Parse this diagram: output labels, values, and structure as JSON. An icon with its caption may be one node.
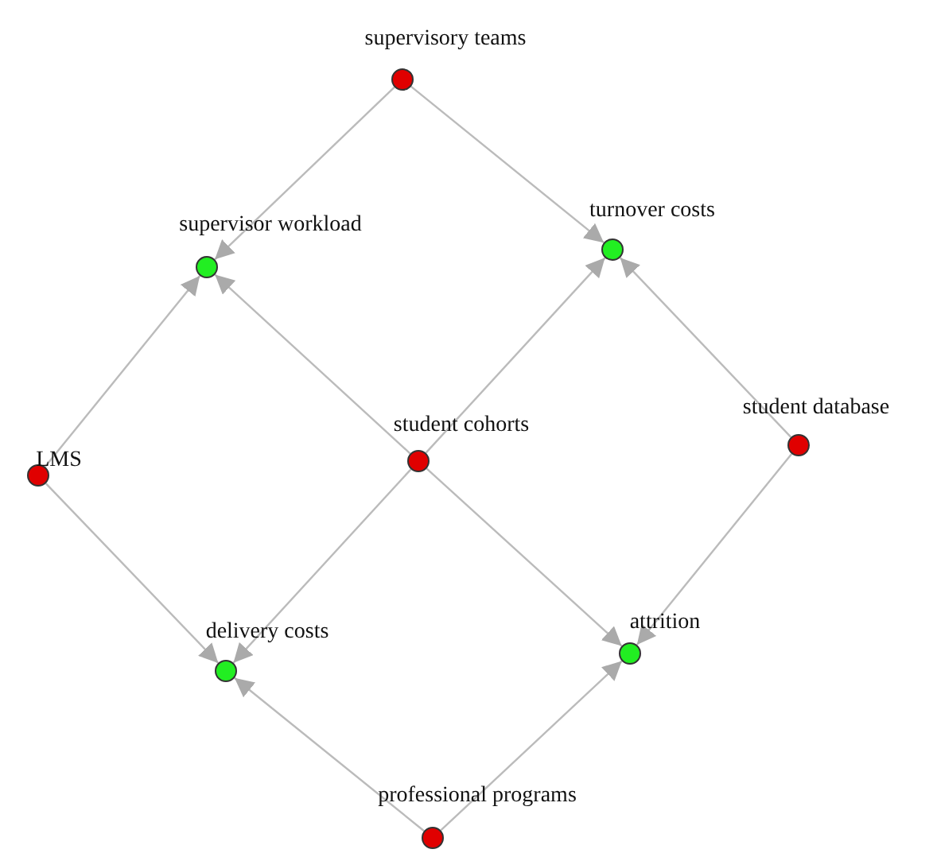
{
  "diagram": {
    "nodes": [
      {
        "text": [
          "supervisory teams"
        ]
      },
      {
        "text": [
          "supervisor workload"
        ]
      },
      {
        "text": [
          "turnover costs"
        ]
      },
      {
        "text": [
          "LMS"
        ]
      },
      {
        "text": [
          "student cohorts"
        ]
      },
      {
        "text": [
          "student database"
        ]
      },
      {
        "text": [
          "delivery costs"
        ]
      },
      {
        "text": [
          "attrition"
        ]
      },
      {
        "text": [
          "professional programs"
        ]
      }
    ],
    "edges": [
      {
        "from": 0,
        "to": 1,
        "arrow": "to"
      },
      {
        "from": 0,
        "to": 2,
        "arrow": "to"
      },
      {
        "from": 3,
        "to": 1,
        "arrow": "to"
      },
      {
        "from": 3,
        "to": 6,
        "arrow": "to"
      },
      {
        "from": 4,
        "to": 1,
        "arrow": "to"
      },
      {
        "from": 4,
        "to": 2,
        "arrow": "to"
      },
      {
        "from": 4,
        "to": 6,
        "arrow": "to"
      },
      {
        "from": 4,
        "to": 7,
        "arrow": "to"
      },
      {
        "from": 5,
        "to": 2,
        "arrow": "to"
      },
      {
        "from": 5,
        "to": 7,
        "arrow": "to"
      },
      {
        "from": 8,
        "to": 6,
        "arrow": "to"
      },
      {
        "from": 8,
        "to": 7,
        "arrow": "to"
      }
    ]
  }
}
